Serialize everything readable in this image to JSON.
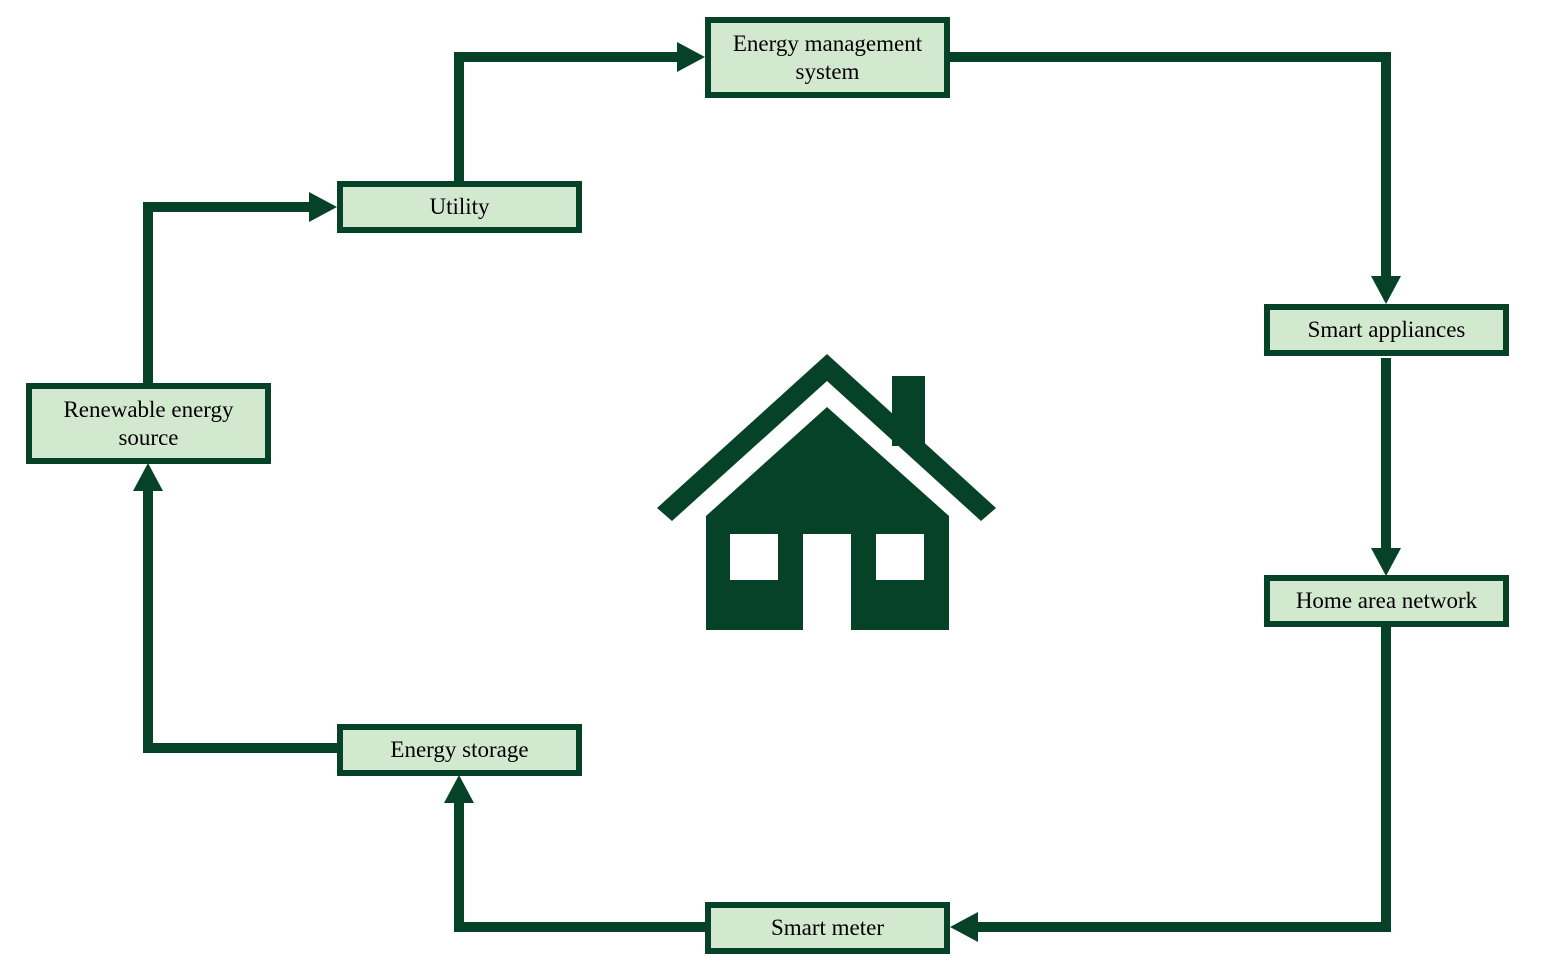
{
  "colors": {
    "stroke": "#064228",
    "box_fill": "#d3e9cf",
    "text": "#000000",
    "house": "#064228",
    "background": "#ffffff"
  },
  "center_icon": "house-icon",
  "nodes": {
    "ems": {
      "line1": "Energy management",
      "line2": "system"
    },
    "utility": {
      "line1": "Utility"
    },
    "renewable": {
      "line1": "Renewable energy",
      "line2": "source"
    },
    "appliances": {
      "line1": "Smart appliances"
    },
    "han": {
      "line1": "Home area network"
    },
    "storage": {
      "line1": "Energy storage"
    },
    "meter": {
      "line1": "Smart meter"
    }
  },
  "edges": [
    {
      "from": "Utility",
      "to": "Energy management system"
    },
    {
      "from": "Energy management system",
      "to": "Smart appliances"
    },
    {
      "from": "Smart appliances",
      "to": "Home area network"
    },
    {
      "from": "Home area network",
      "to": "Smart meter"
    },
    {
      "from": "Smart meter",
      "to": "Energy storage"
    },
    {
      "from": "Energy storage",
      "to": "Renewable energy source"
    },
    {
      "from": "Renewable energy source",
      "to": "Utility"
    }
  ]
}
